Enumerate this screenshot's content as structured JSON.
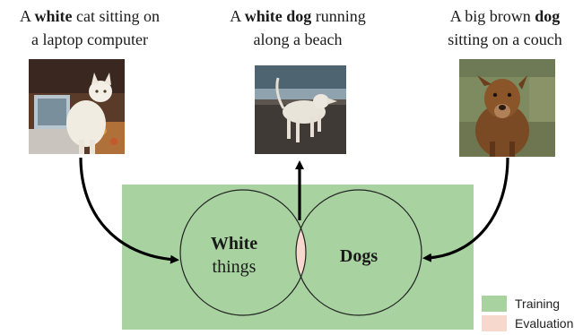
{
  "captions": {
    "cat": {
      "pre": "A ",
      "bold": "white",
      "post": " cat sitting on",
      "line2": "a laptop computer"
    },
    "dog_beach": {
      "pre": "A ",
      "bold": "white dog",
      "post": " running",
      "line2": "along a beach"
    },
    "dog_couch": {
      "line1": "A big brown ",
      "bold": "dog",
      "line2": "sitting on a couch"
    }
  },
  "venn": {
    "left_label_line1": "White",
    "left_label_line2": "things",
    "right_label": "Dogs"
  },
  "legend": {
    "training": "Training",
    "evaluation": "Evaluation"
  },
  "colors": {
    "training": "#a8d3a0",
    "evaluation": "#f6d8cc"
  }
}
